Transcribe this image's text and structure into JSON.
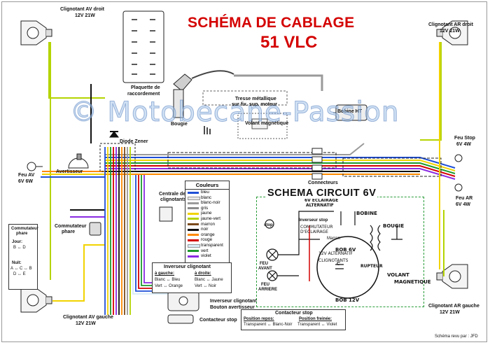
{
  "title": {
    "line1": "SCHÉMA DE CABLAGE",
    "line2": "51 VLC"
  },
  "watermark": "© Motobecane-Passion",
  "labels": {
    "clign_av_droit": "Clignotant AV droit",
    "clign_av_droit_spec": "12V 21W",
    "clign_ar_droit": "Clignotant AR droit",
    "clign_ar_droit_spec": "12V 21W",
    "clign_av_gauche": "Clignotant AV gauche",
    "clign_av_gauche_spec": "12V 21W",
    "clign_ar_gauche": "Clignotant AR gauche",
    "clign_ar_gauche_spec": "12V 21W",
    "plaquette": "Plaquette de",
    "plaquette2": "raccordement",
    "tresse": "Tresse métallique",
    "tresse2": "sur fix. sup. moteur",
    "bobine_ht": "Bobine HT",
    "bougie": "Bougie",
    "volant": "Volant magnétique",
    "diode": "Diode Zener",
    "feu_av": "Feu AV",
    "feu_av_spec": "6V 6W",
    "avertisseur": "Avertisseur",
    "connecteurs": "Connecteurs",
    "feu_stop": "Feu Stop",
    "feu_stop_spec": "6V 4W",
    "feu_ar": "Feu AR",
    "feu_ar_spec": "6V 4W",
    "centrale": "Centrale des",
    "centrale2": "clignotants",
    "commutateur_phare": "Commutateur",
    "commutateur_phare2": "phare",
    "inverseur_bouton": "Inverseur clignotant",
    "inverseur_bouton2": "Bouton avertisseur",
    "contacteur_stop_label": "Contacteur stop",
    "credit": "Schéma revu par : JFD"
  },
  "legend": {
    "title": "Couleurs",
    "items": [
      {
        "name": "bleu",
        "color": "#1f4fd6"
      },
      {
        "name": "blanc",
        "color": "#e8e8e8"
      },
      {
        "name": "blanc-noir",
        "color": "#9a9a9a"
      },
      {
        "name": "gris",
        "color": "#8c8c8c"
      },
      {
        "name": "jaune",
        "color": "#f2d300"
      },
      {
        "name": "jaune-vert",
        "color": "#b5d400"
      },
      {
        "name": "marron",
        "color": "#7a4a1c"
      },
      {
        "name": "noir",
        "color": "#111111"
      },
      {
        "name": "orange",
        "color": "#ff8a00"
      },
      {
        "name": "rouge",
        "color": "#d40000"
      },
      {
        "name": "transparent",
        "color": "#d7ecf7"
      },
      {
        "name": "vert",
        "color": "#1e9a2e"
      },
      {
        "name": "violet",
        "color": "#8a2be2"
      }
    ]
  },
  "comm_phare_box": {
    "title": "Commutateur",
    "title2": "phare",
    "jour": "Jour:",
    "jour_line": "B ↔ D",
    "nuit": "Nuit:",
    "nuit_line1": "A ↔ C ↔ B",
    "nuit_line2": "D ↔ E"
  },
  "inverseur_box": {
    "title": "Inverseur clignotant",
    "gauche": "à gauche:",
    "droite": "à droite:",
    "g1": "Blanc ↔ Bleu",
    "g2": "Vert ↔ Orange",
    "d1": "Blanc ↔ Jaune",
    "d2": "Vert ↔ Noir"
  },
  "contacteur_box": {
    "title": "Contacteur stop",
    "repos": "Position repos:",
    "repos_val": "Transparent ↔ Blanc-Noir",
    "freine": "Position freinée:",
    "freine_val": "Transparent ↔ Violet"
  },
  "circuit": {
    "title": "SCHEMA CIRCUIT 6V",
    "sub1": "6V ECLAIRAGE",
    "sub2": "ALTERNATIF",
    "stop": "stop",
    "inverseur_stop": "Inverseur stop",
    "commutateur": "COMMUTATEUR",
    "commutateur2": "D'ECLAIRAGE",
    "marron": "Marron",
    "bobine": "BOBINE",
    "bougie": "BOUGIE",
    "bob6": "BOB 6V",
    "bob12": "BOB 12V",
    "rupteur": "RUPTEUR",
    "volant": "VOLANT",
    "magnetique": "MAGNETIQUE",
    "feu_avant": "FEU",
    "feu_avant2": "AVANT",
    "feu_arriere": "FEU",
    "feu_arriere2": "ARRIERE",
    "alternatif": "12V ALTERNATIF",
    "clignotants": "CLIGNOTANTS",
    "cap": "C"
  }
}
